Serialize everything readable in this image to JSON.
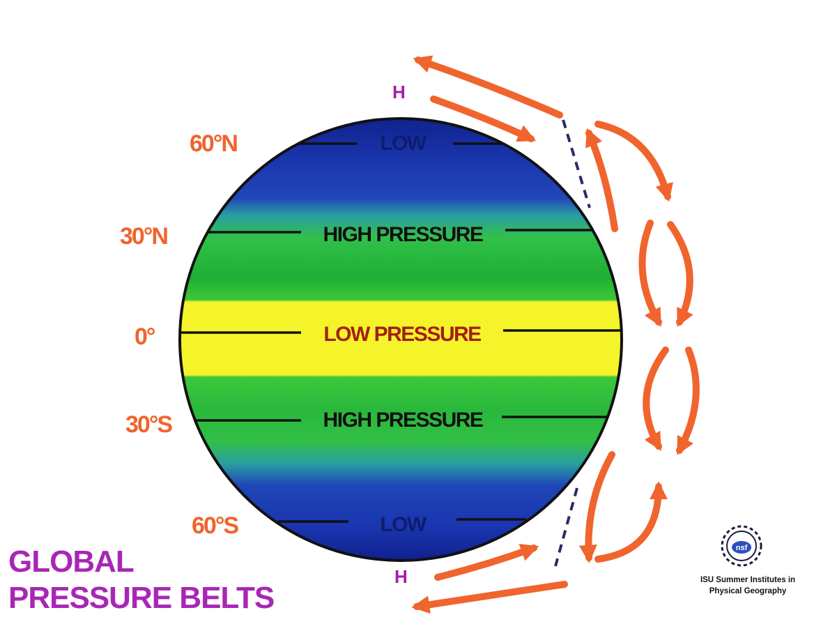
{
  "title": {
    "line1": "GLOBAL",
    "line2": "PRESSURE BELTS"
  },
  "latitudes": {
    "n60": "60°N",
    "n30": "30°N",
    "eq": "0°",
    "s30": "30°S",
    "s60": "60°S"
  },
  "belts": {
    "n60": "LOW",
    "n30": "HIGH PRESSURE",
    "eq": "LOW PRESSURE",
    "s30": "HIGH PRESSURE",
    "s60": "LOW"
  },
  "poles": {
    "north": "H",
    "south": "H"
  },
  "logo": {
    "text": "nsf"
  },
  "credit": {
    "line1": "ISU Summer Institutes in",
    "line2": "Physical Geography"
  },
  "colors": {
    "polar": "#1b36b0",
    "midlat": "#2ec23f",
    "equator": "#f4f21c",
    "arrow": "#f0642d",
    "title": "#a826b5",
    "pole_h": "#a41ea7",
    "low_pressure_text": "#a51f12"
  }
}
